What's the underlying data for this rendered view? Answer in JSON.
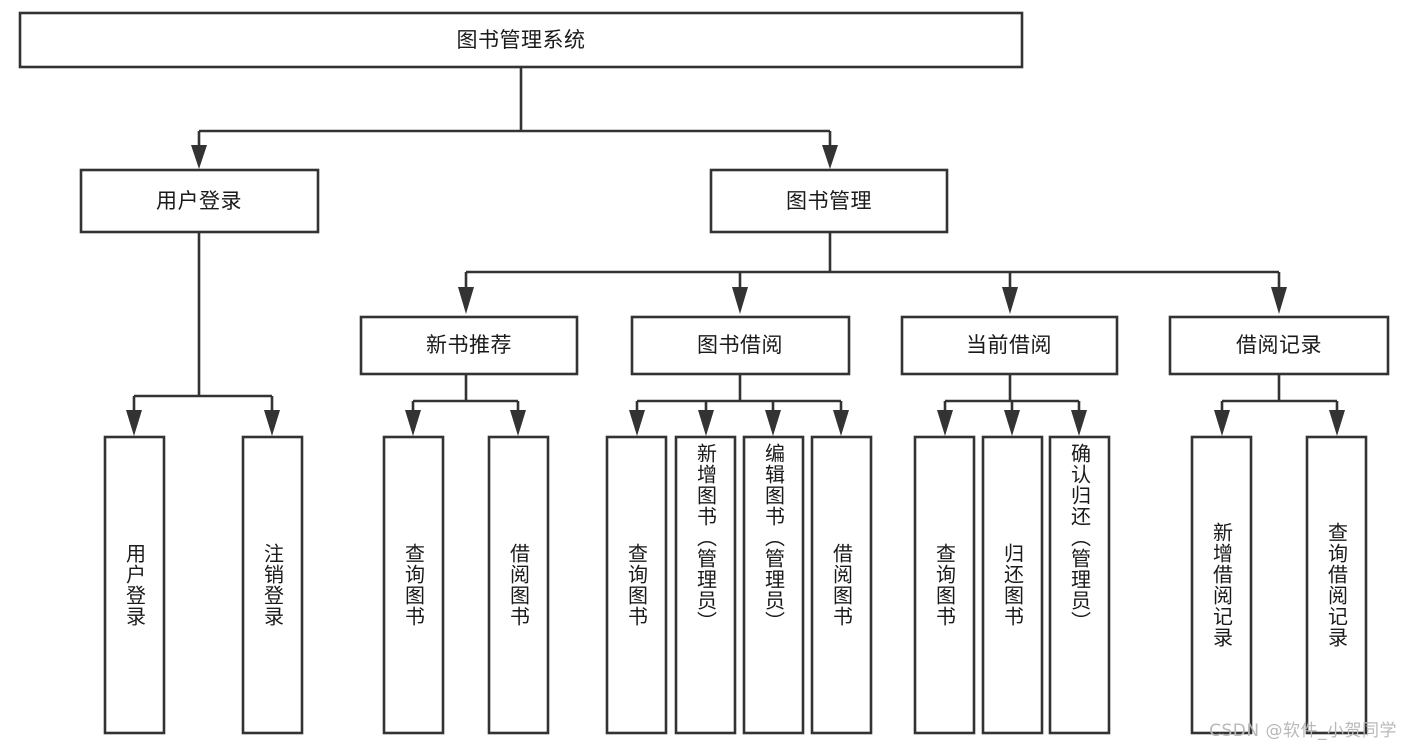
{
  "diagram": {
    "type": "tree-hierarchy-chart",
    "title": "图书管理系统",
    "background_color": "#ffffff",
    "box_stroke_color": "#333333",
    "box_fill_color": "#ffffff",
    "text_color": "#1a1a1a",
    "levels": 4,
    "root": {
      "label": "图书管理系统",
      "orientation": "horizontal"
    },
    "level2": [
      {
        "label": "用户登录",
        "orientation": "horizontal"
      },
      {
        "label": "图书管理",
        "orientation": "horizontal"
      }
    ],
    "level3": [
      {
        "label": "新书推荐",
        "orientation": "horizontal",
        "parent": "图书管理"
      },
      {
        "label": "图书借阅",
        "orientation": "horizontal",
        "parent": "图书管理"
      },
      {
        "label": "当前借阅",
        "orientation": "horizontal",
        "parent": "图书管理"
      },
      {
        "label": "借阅记录",
        "orientation": "horizontal",
        "parent": "图书管理"
      }
    ],
    "leaves": {
      "user_login": [
        {
          "label": "用户登录",
          "orientation": "vertical"
        },
        {
          "label": "注销登录",
          "orientation": "vertical"
        }
      ],
      "new_book_recommend": [
        {
          "label": "查询图书",
          "orientation": "vertical"
        },
        {
          "label": "借阅图书",
          "orientation": "vertical"
        }
      ],
      "book_borrow": [
        {
          "label": "查询图书",
          "orientation": "vertical"
        },
        {
          "label": "新增图书（管理员）",
          "orientation": "vertical"
        },
        {
          "label": "编辑图书（管理员）",
          "orientation": "vertical"
        },
        {
          "label": "借阅图书",
          "orientation": "vertical"
        }
      ],
      "current_borrow": [
        {
          "label": "查询图书",
          "orientation": "vertical"
        },
        {
          "label": "归还图书",
          "orientation": "vertical"
        },
        {
          "label": "确认归还（管理员）",
          "orientation": "vertical"
        }
      ],
      "borrow_records": [
        {
          "label": "新增借阅记录",
          "orientation": "vertical"
        },
        {
          "label": "查询借阅记录",
          "orientation": "vertical"
        }
      ]
    }
  },
  "watermark": {
    "text": "CSDN @软件_小贺同学"
  }
}
